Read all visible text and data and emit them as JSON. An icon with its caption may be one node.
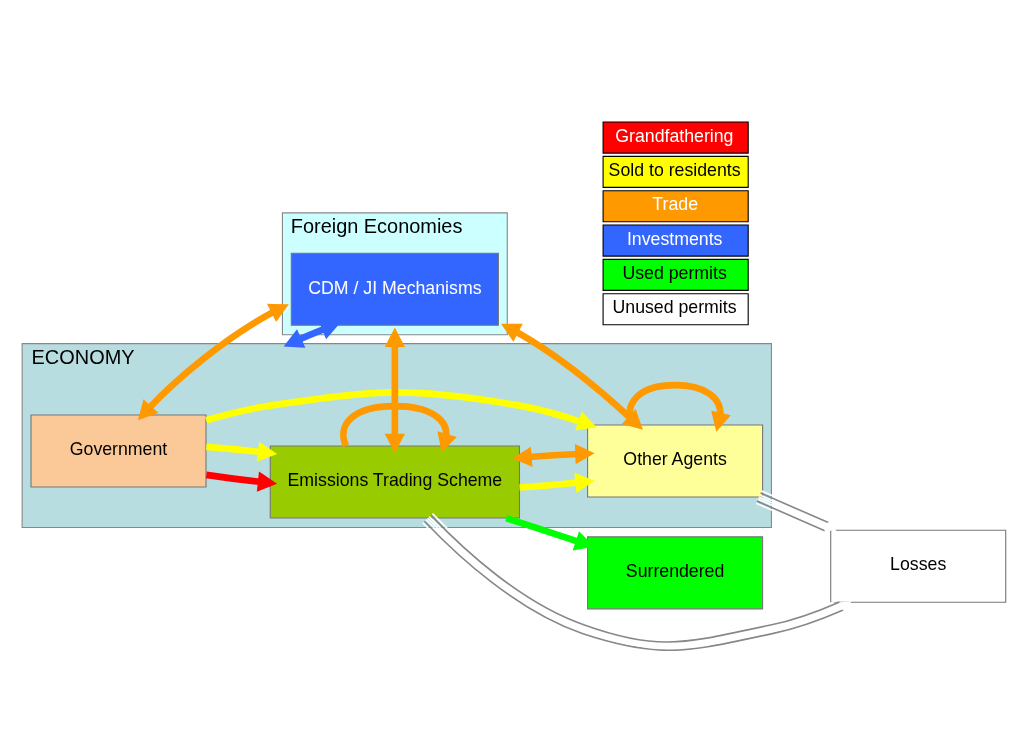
{
  "diagram": {
    "nodes": [
      {
        "text": [
          "ECONOMY"
        ]
      },
      {
        "text": [
          "Government"
        ],
        "in": 0
      },
      {
        "text": [
          "Emissions Trading Scheme"
        ],
        "in": 0
      },
      {
        "text": [
          "Other Agents"
        ],
        "in": 0
      },
      {
        "text": [
          "Foreign Economies"
        ]
      },
      {
        "text": [
          "CDM / JI Mechanisms"
        ],
        "in": 4
      },
      {
        "text": [
          "Surrendered"
        ]
      },
      {
        "text": [
          "Losses"
        ]
      }
    ],
    "edges": [
      {
        "from": 1,
        "to": 2,
        "arrow": "to",
        "color": "#ff0000"
      },
      {
        "from": 1,
        "to": 2,
        "arrow": "to",
        "color": "#ffff00"
      },
      {
        "from": 1,
        "to": 3,
        "arrow": "to",
        "color": "#ffff00"
      },
      {
        "from": 2,
        "to": 2,
        "arrow": "to",
        "color": "#ff9900"
      },
      {
        "from": 2,
        "to": 3,
        "arrow": "to",
        "color": "#ffff00"
      },
      {
        "from": 2,
        "to": 3,
        "arrow": "both",
        "color": "#ff9900"
      },
      {
        "from": 2,
        "to": 6,
        "arrow": "to",
        "color": "#00ff00"
      },
      {
        "from": 2,
        "to": 7,
        "arrow": "to",
        "color": "#ffffff"
      },
      {
        "from": 3,
        "to": 7,
        "arrow": "to",
        "color": "#ffffff"
      },
      {
        "from": 3,
        "to": 3,
        "arrow": "to",
        "color": "#ff9900"
      },
      {
        "from": 1,
        "to": 4,
        "arrow": "both",
        "color": "#ff9900"
      },
      {
        "from": 2,
        "to": 4,
        "arrow": "both",
        "color": "#ff9900"
      },
      {
        "from": 4,
        "to": 3,
        "arrow": "both",
        "color": "#ff9900"
      },
      {
        "from": 5,
        "to": 0,
        "arrow": "both",
        "color": "#3366ff"
      }
    ],
    "legend": [
      {
        "text": "Grandfathering",
        "color": "#ff0000"
      },
      {
        "text": "Sold to residents",
        "color": "#ffff00"
      },
      {
        "text": "Trade",
        "color": "#ff9900"
      },
      {
        "text": "Investments",
        "color": "#3366ff"
      },
      {
        "text": "Used permits",
        "color": "#00ff00"
      },
      {
        "text": "Unused permits",
        "color": "#ffffff"
      }
    ]
  }
}
